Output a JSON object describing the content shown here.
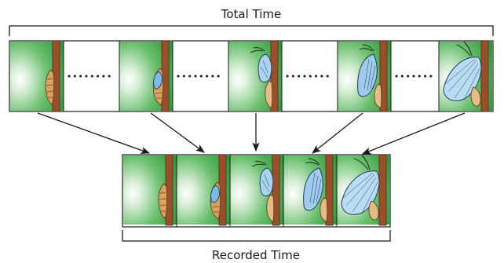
{
  "labels": {
    "top": "Total Time",
    "bottom": "Recorded Time"
  },
  "colors": {
    "green_dark": "#2e9a3c",
    "green_light": "#eef7ee",
    "branch": "#9a4f2c",
    "chrysalis": "#d8aa6a",
    "wing": "#9ecfe8",
    "arrow": "#1a1a1a"
  },
  "stages": [
    "pupa",
    "wing-showing",
    "emerging",
    "wings-unfolding",
    "wings-spread"
  ]
}
